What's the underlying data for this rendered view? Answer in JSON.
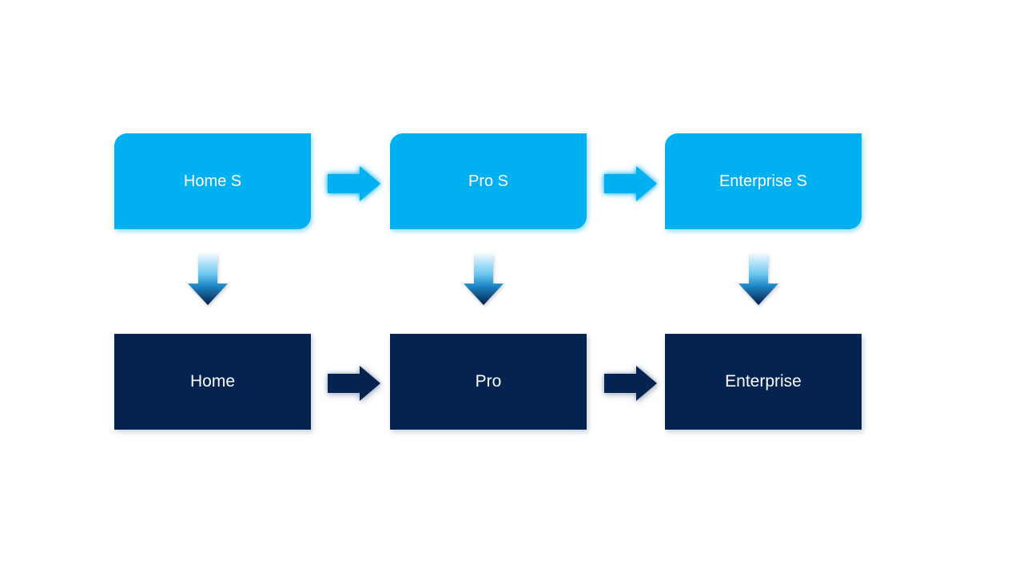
{
  "diagram": {
    "title": "edition-upgrade-flow",
    "columns": [
      {
        "top_label": "Home S",
        "bottom_label": "Home"
      },
      {
        "top_label": "Pro S",
        "bottom_label": "Pro"
      },
      {
        "top_label": "Enterprise S",
        "bottom_label": "Enterprise"
      }
    ],
    "colors": {
      "top_box_fill": "#00B0F0",
      "bottom_box_fill": "#052350",
      "text_color": "#FFFFFF",
      "down_arrow_gradient": [
        "#EDF8FE",
        "#6AC6F1",
        "#2089C9",
        "#031E46"
      ]
    }
  }
}
